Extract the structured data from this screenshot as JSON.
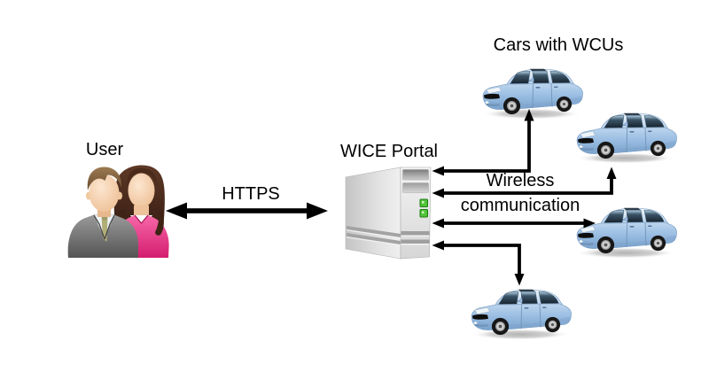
{
  "page": {
    "background": "#ffffff"
  },
  "labels": {
    "user": "User",
    "https": "HTTPS",
    "wice_portal": "WICE Portal",
    "cars_with_wcus": "Cars with WCUs",
    "wireless_line1": "Wireless",
    "wireless_line2": "communication"
  },
  "diagram": {
    "nodes": [
      {
        "id": "user",
        "label": "User",
        "icon": "two-people-icon"
      },
      {
        "id": "wice-portal",
        "label": "WICE Portal",
        "icon": "server-tower-icon",
        "leds": 2
      },
      {
        "id": "cars",
        "label": "Cars with WCUs",
        "icon": "car-icon",
        "car_count": 4
      }
    ],
    "edges": [
      {
        "from": "user",
        "to": "wice-portal",
        "label": "HTTPS",
        "style": "double-headed-arrow"
      },
      {
        "from": "wice-portal",
        "to": "car-1",
        "label": "",
        "style": "double-headed-elbow-arrow"
      },
      {
        "from": "wice-portal",
        "to": "car-2",
        "label": "Wireless communication",
        "style": "double-headed-elbow-arrow"
      },
      {
        "from": "wice-portal",
        "to": "car-3",
        "label": "",
        "style": "double-headed-arrow"
      },
      {
        "from": "wice-portal",
        "to": "car-4",
        "label": "",
        "style": "double-headed-elbow-arrow"
      }
    ]
  },
  "colors": {
    "text": "#000000",
    "arrow": "#000000",
    "car_body_blue": "#a9c9e9",
    "car_window_dark": "#1c2a38",
    "server_gray": "#dedede",
    "led_green": "#4fc437",
    "suit_gray": "#7a7a7a",
    "jacket_pink": "#e8348b",
    "tie_olive": "#b1ad76",
    "hair_brown": "#8a6a48",
    "hair_dark": "#47281c"
  }
}
